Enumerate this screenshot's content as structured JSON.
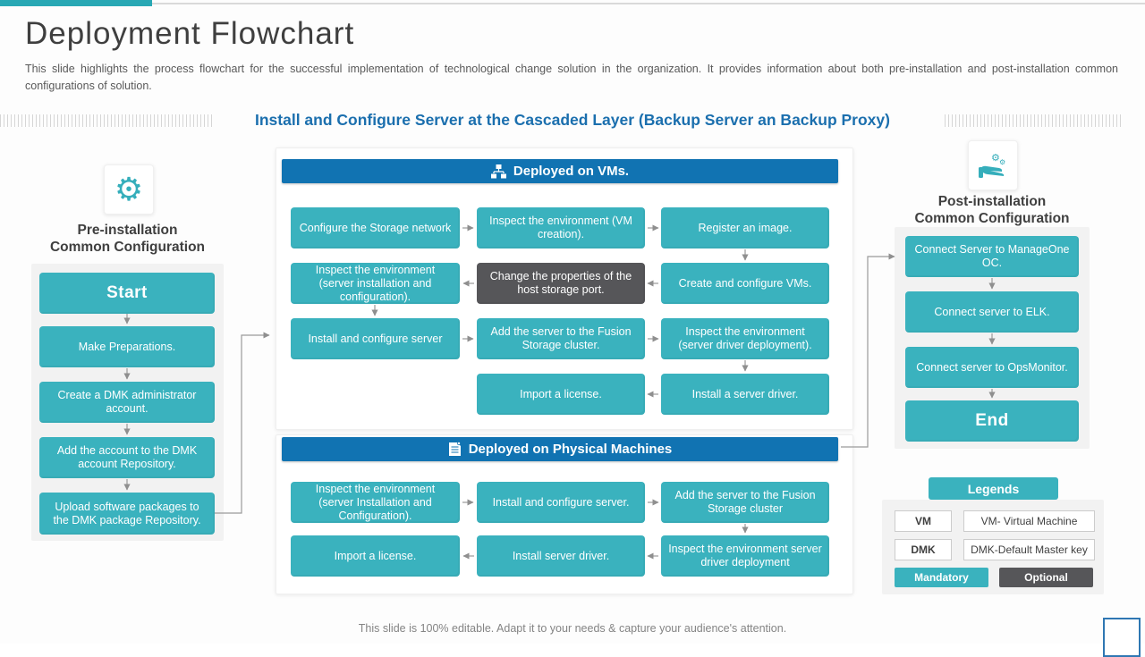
{
  "header": {
    "title": "Deployment Flowchart",
    "subtitle": "This slide highlights the process flowchart for the successful implementation of technological change solution in the organization. It provides information about both pre-installation and post-installation common configurations of solution."
  },
  "section_title": "Install and Configure Server at the Cascaded Layer (Backup Server an Backup Proxy)",
  "colors": {
    "accent_teal": "#3AB2BE",
    "header_blue": "#1173B2",
    "optional_dark": "#565659",
    "panel_gray": "#F2F2F2",
    "topbar_teal": "#29A8B4"
  },
  "icons": {
    "gear_glyph": "⚙",
    "pre_icon": "gear-icon",
    "post_icon": "hand-holding-gears-icon",
    "vms_icon": "sitemap-icon",
    "physical_icon": "document-icon"
  },
  "pre": {
    "title_line1": "Pre-installation",
    "title_line2": "Common Configuration",
    "steps": [
      "Start",
      "Make Preparations.",
      "Create a DMK administrator account.",
      "Add the account to the DMK account Repository.",
      "Upload software packages to the DMK package Repository."
    ]
  },
  "vms": {
    "header": "Deployed on VMs.",
    "cells": [
      "Configure the Storage network",
      "Inspect the environment (VM creation).",
      "Register an image.",
      "Inspect the environment (server installation and configuration).",
      "Change the properties of the host storage port.",
      "Create and configure VMs.",
      "Install and configure server",
      "Add the server to the Fusion Storage cluster.",
      "Inspect the environment (server driver deployment).",
      "Import a license.",
      "Install a server driver."
    ]
  },
  "physical": {
    "header": "Deployed on Physical Machines",
    "cells": [
      "Inspect the environment (server Installation  and Configuration).",
      "Install and configure server.",
      "Add the server to the Fusion Storage cluster",
      "Import a license.",
      "Install server driver.",
      "Inspect the environment server driver deployment"
    ]
  },
  "post": {
    "title_line1": "Post-installation",
    "title_line2": "Common Configuration",
    "steps": [
      "Connect Server to ManageOne OC.",
      "Connect server to ELK.",
      "Connect server to OpsMonitor.",
      "End"
    ]
  },
  "legends": {
    "title": "Legends",
    "rows": [
      {
        "key": "VM",
        "value": "VM- Virtual Machine"
      },
      {
        "key": "DMK",
        "value": "DMK-Default Master key"
      }
    ],
    "mandatory": "Mandatory",
    "optional": "Optional"
  },
  "footer": "This slide is 100% editable. Adapt it to your needs & capture your audience's attention."
}
